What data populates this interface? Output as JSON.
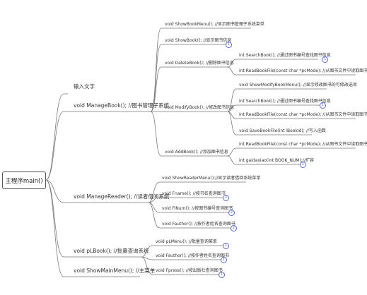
{
  "root": "主程序main()",
  "level1": [
    "输入文字",
    "void ManageBook(); //图书管理子系统",
    "void ManageReader(); //读者借阅系统",
    "void pLBook(); //批量查询系统",
    "void ShowMainMenu(); //主菜单"
  ],
  "book": [
    "void ShowBookMenu(); //显示图书管理子系统菜单",
    "void ShowBook(); //显示图书信息",
    "void DeleteBook(); //删除图书信息",
    "void ModifyBook(); //修改图书信息",
    "void AddBook(); //添加图书信息"
  ],
  "delete_children": [
    "int SearchBook(); //通过图书编号查找图书信息",
    "int ReadBookFile(const char *pcMode); //从图书文件中读取图书记录"
  ],
  "modify_children": [
    "void ShowModifyBookMenu(); //显示修改图书的可修改选项",
    "int SearchBook(); //通过图书编号查找图书信息",
    "int ReadBookFile(const char *pcMode); //从图书文件中读取图书记录",
    "void SaveBookFile(int iBookId); //写入函数"
  ],
  "add_children": [
    "int ReadBookFile(const char *pcMode); //从图书文件中读取图书记录",
    "int gaidaxiao(int BOOK_NUM);//扩容"
  ],
  "reader": [
    "void ShowReaderMenu();//显示读者借阅系统菜单",
    "void Fname(); //按书名查询图书",
    "void FiNum(); //按图书编号查询图书",
    "void Fauthor(); //按作者姓名查询图书"
  ],
  "plbook": [
    "void pLMenu(); //批量查询菜单",
    "void Fauthor(); //按作者姓名查询图书",
    "void Fpress(); //按出版社查询图书"
  ],
  "badges": [
    "1",
    "1",
    "1",
    "1",
    "2",
    "2",
    "2",
    "1",
    "1",
    "1"
  ]
}
